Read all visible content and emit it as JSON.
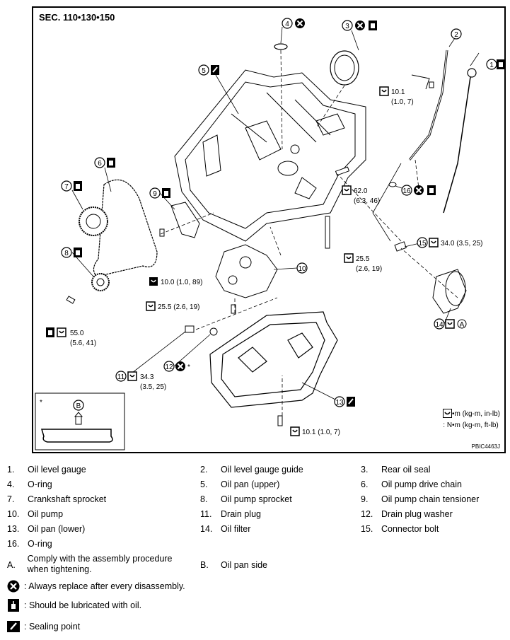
{
  "diagram": {
    "section_label": "SEC. 110•130•150",
    "figure_code": "PBIC4463J",
    "callouts": {
      "c1": "1",
      "c2": "2",
      "c3": "3",
      "c4": "4",
      "c5": "5",
      "c6": "6",
      "c7": "7",
      "c8": "8",
      "c9": "9",
      "c10": "10",
      "c11": "11",
      "c12": "12",
      "c13": "13",
      "c14": "14",
      "c15": "15",
      "c16": "16",
      "cA": "A",
      "cB": "B",
      "star": "*"
    },
    "torques": {
      "t1": "10.1",
      "t1b": "(1.0, 7)",
      "t2": "62.0",
      "t2b": "(6.3, 46)",
      "t3": "25.5",
      "t3b": "(2.6, 19)",
      "t4": "34.0 (3.5, 25)",
      "t5": "10.0 (1.0, 89)",
      "t6": "25.5 (2.6, 19)",
      "t7": "55.0",
      "t7b": "(5.6, 41)",
      "t8": "34.3",
      "t8b": "(3.5, 25)",
      "t9": "10.1 (1.0, 7)"
    },
    "units_legend": {
      "in_lb": ": N•m (kg-m, in-lb)",
      "ft_lb": ": N•m (kg-m, ft-lb)"
    }
  },
  "parts": [
    {
      "num": "1.",
      "name": "Oil level gauge"
    },
    {
      "num": "2.",
      "name": "Oil level gauge guide"
    },
    {
      "num": "3.",
      "name": "Rear oil seal"
    },
    {
      "num": "4.",
      "name": "O-ring"
    },
    {
      "num": "5.",
      "name": "Oil pan (upper)"
    },
    {
      "num": "6.",
      "name": "Oil pump drive chain"
    },
    {
      "num": "7.",
      "name": "Crankshaft sprocket"
    },
    {
      "num": "8.",
      "name": "Oil pump sprocket"
    },
    {
      "num": "9.",
      "name": "Oil pump chain tensioner"
    },
    {
      "num": "10.",
      "name": "Oil pump"
    },
    {
      "num": "11.",
      "name": "Drain plug"
    },
    {
      "num": "12.",
      "name": "Drain plug washer"
    },
    {
      "num": "13.",
      "name": "Oil pan (lower)"
    },
    {
      "num": "14.",
      "name": "Oil filter"
    },
    {
      "num": "15.",
      "name": "Connector bolt"
    },
    {
      "num": "16.",
      "name": "O-ring"
    },
    {
      "num": "A.",
      "name": "Comply with the assembly procedure when tightening."
    },
    {
      "num": "B.",
      "name": "Oil pan side"
    }
  ],
  "symbols": {
    "replace": ": Always replace after every disassembly.",
    "lubricate": ": Should be lubricated with oil.",
    "sealing": ": Sealing point"
  }
}
